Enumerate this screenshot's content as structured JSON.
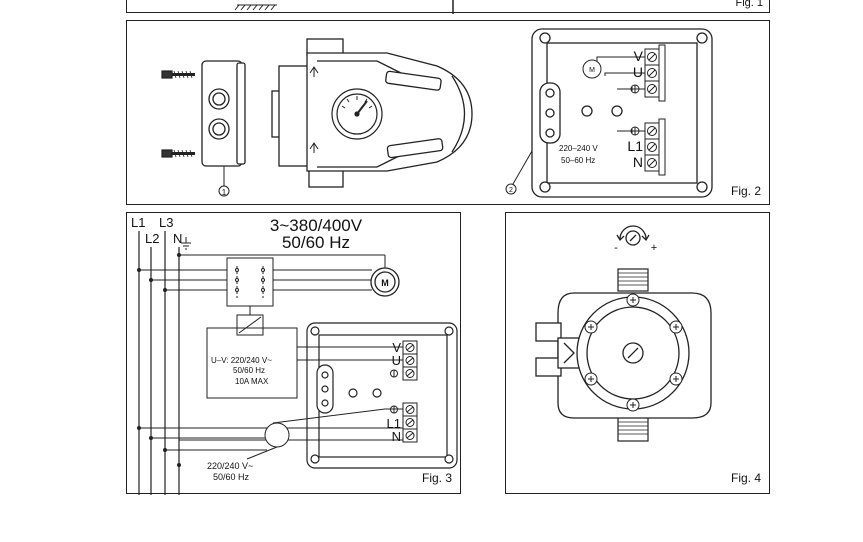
{
  "fig1": {
    "caption": "Fig. 1"
  },
  "fig2": {
    "caption": "Fig. 2",
    "callout_1": "1",
    "callout_2": "2",
    "terminals": [
      "V",
      "U",
      "L1",
      "N"
    ],
    "supply_voltage": "220–240 V",
    "supply_freq": "50–60 Hz",
    "motor_symbol": "M"
  },
  "fig3": {
    "caption": "Fig. 3",
    "bus_labels": [
      "L1",
      "L2",
      "L3",
      "N"
    ],
    "title_voltage": "3~380/400V",
    "title_freq": "50/60 Hz",
    "motor_symbol": "M",
    "relay_line1": "U–V: 220/240 V~",
    "relay_line2": "50/60 Hz",
    "relay_line3": "10A MAX",
    "terminals": [
      "V",
      "U",
      "L1",
      "N"
    ],
    "supply_voltage": "220/240 V~",
    "supply_freq": "50/60 Hz"
  },
  "fig4": {
    "caption": "Fig. 4",
    "adjust_minus": "-",
    "adjust_plus": "+"
  }
}
